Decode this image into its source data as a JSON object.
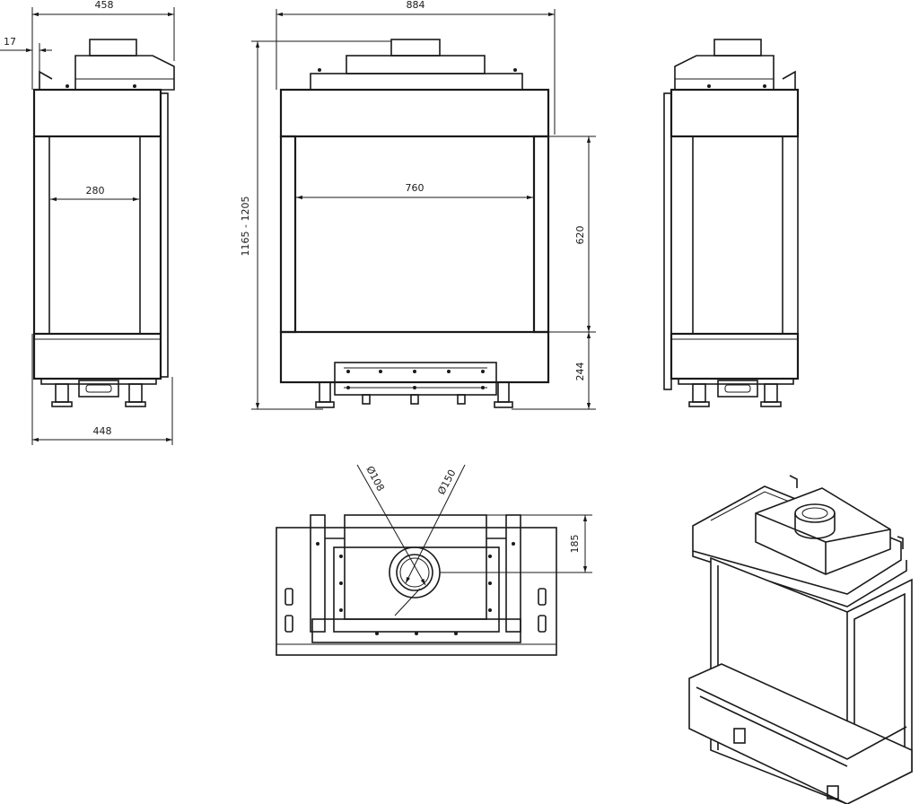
{
  "dimensions": {
    "side_top_width": "458",
    "side_offset": "17",
    "side_glass_width": "280",
    "side_bottom_width": "448",
    "front_width": "884",
    "front_height": "1165 - 1205",
    "front_opening_width": "760",
    "front_opening_height": "620",
    "front_base_height": "244",
    "flue_inner_diameter": "Ø108",
    "flue_outer_diameter": "Ø150",
    "flue_offset": "185"
  },
  "icons": [
    "dimension-arrow-icon",
    "adjustable-foot-icon",
    "flue-collar-icon"
  ]
}
